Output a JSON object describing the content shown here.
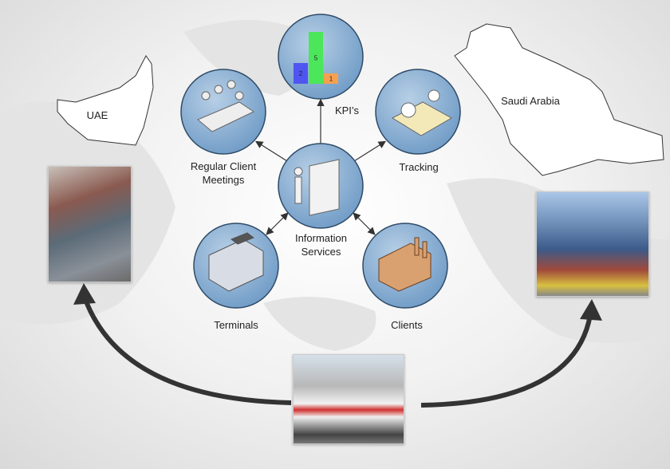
{
  "regions": {
    "uae": "UAE",
    "saudi": "Saudi Arabia"
  },
  "nodes": {
    "center": "Information Services",
    "kpi": "KPI’s",
    "meetings": "Regular Client Meetings",
    "tracking": "Tracking",
    "terminals": "Terminals",
    "clients": "Clients"
  },
  "kpi_bars": [
    {
      "label": "2",
      "value": 2,
      "color": "#4f55f0"
    },
    {
      "label": "5",
      "value": 5,
      "color": "#4ce65a"
    },
    {
      "label": "1",
      "value": 1,
      "color": "#f6a04f"
    }
  ]
}
